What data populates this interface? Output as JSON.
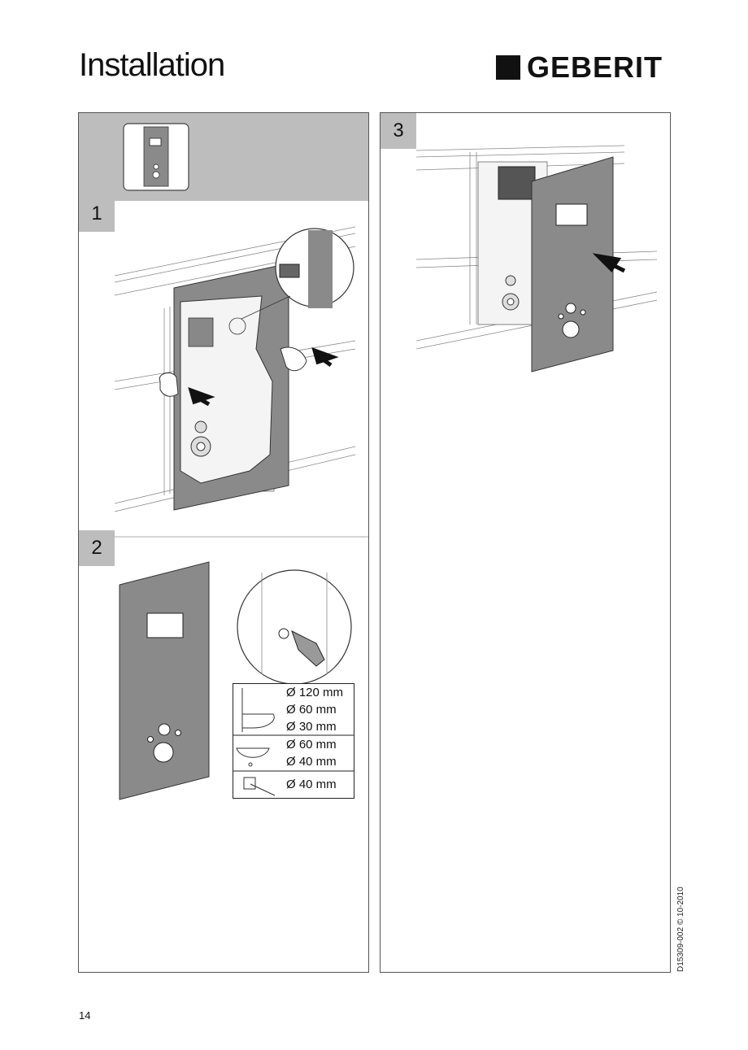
{
  "header": {
    "title": "Installation",
    "brand": "GEBERIT"
  },
  "steps": [
    {
      "number": "1"
    },
    {
      "number": "2"
    },
    {
      "number": "3"
    }
  ],
  "dimensions": {
    "wc": [
      "Ø 120 mm",
      "Ø   60 mm",
      "Ø   30 mm"
    ],
    "basin": [
      "Ø   60 mm",
      "Ø   40 mm"
    ],
    "mount": [
      "Ø   40 mm"
    ]
  },
  "footer": {
    "doc_ref": "D15309-002 © 10-2010",
    "page_number": "14"
  },
  "icons": [
    "panel-thumbnail-icon",
    "wc-icon",
    "basin-icon",
    "wall-bracket-icon",
    "drill-icon",
    "push-arrow-icon"
  ]
}
